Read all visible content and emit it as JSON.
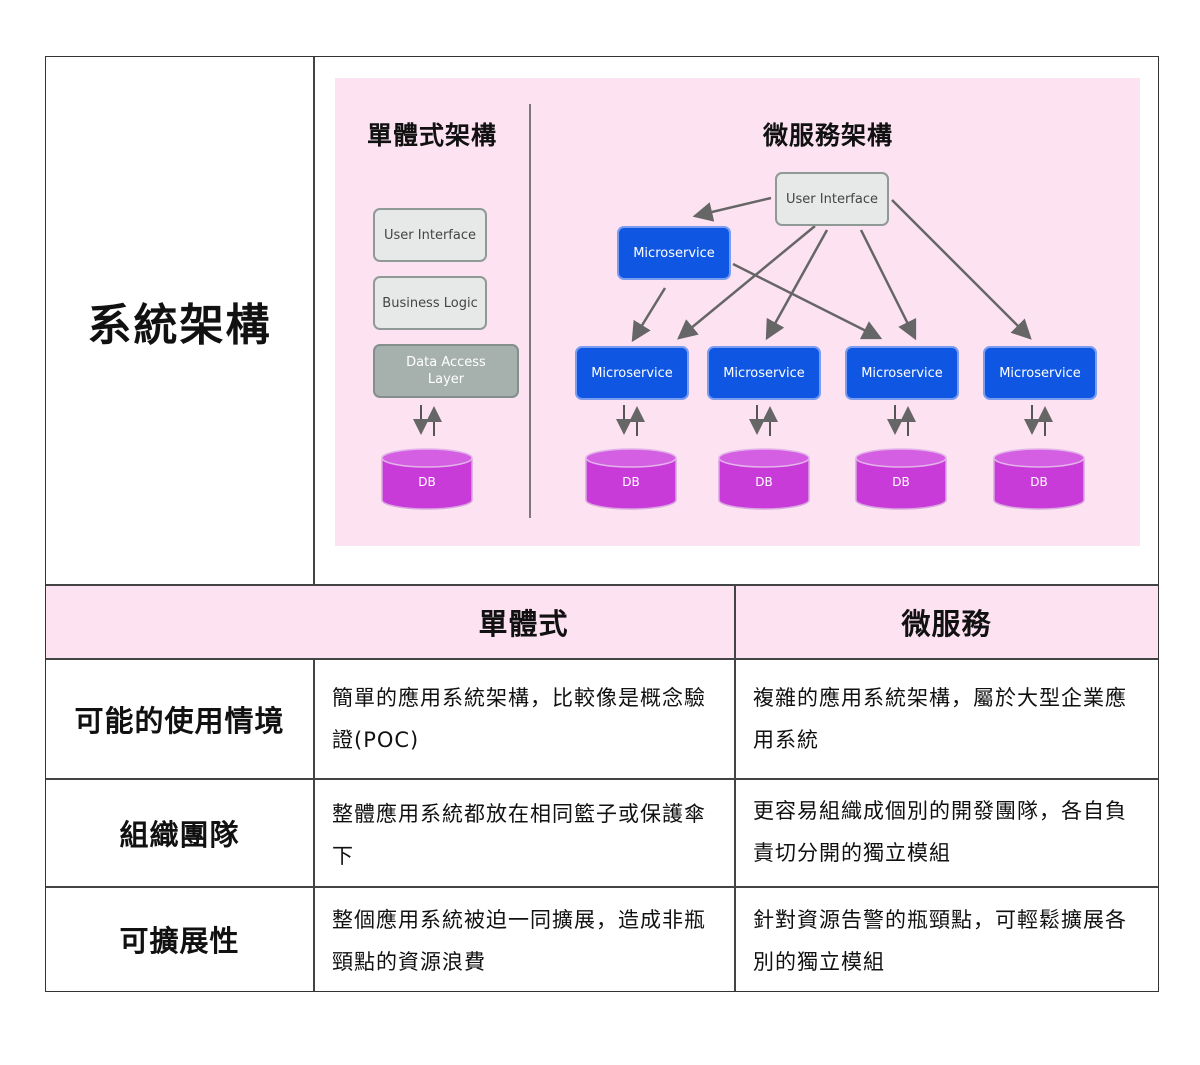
{
  "architecture": {
    "row_label": "系統架構",
    "monolith": {
      "title": "單體式架構",
      "layers": [
        "User Interface",
        "Business Logic",
        "Data Access Layer"
      ],
      "db": "DB"
    },
    "microservices": {
      "title": "微服務架構",
      "ui": "User Interface",
      "top_service": "Microservice",
      "services": [
        "Microservice",
        "Microservice",
        "Microservice",
        "Microservice"
      ],
      "dbs": [
        "DB",
        "DB",
        "DB",
        "DB"
      ]
    }
  },
  "comparison": {
    "headers": [
      "單體式",
      "微服務"
    ],
    "rows": [
      {
        "label": "可能的使用情境",
        "monolith": "簡單的應用系統架構，比較像是概念驗證(POC)",
        "micro": "複雜的應用系統架構，屬於大型企業應用系統"
      },
      {
        "label": "組織團隊",
        "monolith": "整體應用系統都放在相同籃子或保護傘下",
        "micro": "更容易組織成個別的開發團隊，各自負責切分開的獨立模組"
      },
      {
        "label": "可擴展性",
        "monolith": "整個應用系統被迫一同擴展，造成非瓶頸點的資源浪費",
        "micro": "針對資源告警的瓶頸點，可輕鬆擴展各別的獨立模組"
      }
    ]
  },
  "colors": {
    "pink_background": "#fde3f2",
    "microservice_blue": "#0f56e3",
    "db_purple": "#c83bd9",
    "layer_gray": "#e7e9e8"
  }
}
